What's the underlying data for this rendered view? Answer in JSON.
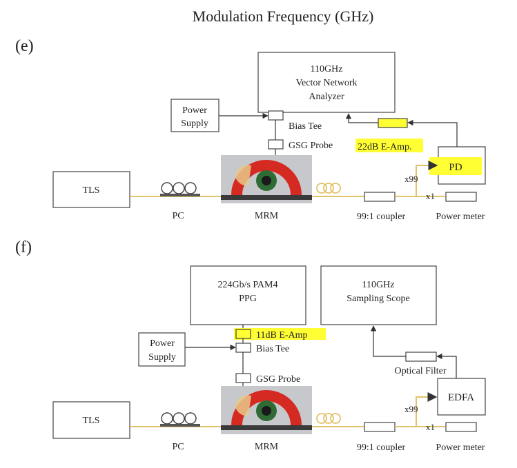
{
  "header": {
    "title": "Modulation Frequency (GHz)"
  },
  "colors": {
    "fiber": "#e2c26a",
    "highlight": "#ffff33",
    "box_stroke": "#444444",
    "mrm_bg": "#c6c8cc",
    "ring": "#d42a22",
    "ring_center": "#2f6b35"
  },
  "panel_e": {
    "label": "(e)",
    "vna": {
      "line1": "110GHz",
      "line2": "Vector Network",
      "line3": "Analyzer"
    },
    "power_supply": {
      "line1": "Power",
      "line2": "Supply"
    },
    "bias_tee": "Bias Tee",
    "gsg_probe": "GSG Probe",
    "eamp": "22dB E-Amp.",
    "pd": "PD",
    "tls": "TLS",
    "pc": "PC",
    "mrm": "MRM",
    "coupler": "99:1 coupler",
    "x99": "x99",
    "x1": "x1",
    "power_meter": "Power meter"
  },
  "panel_f": {
    "label": "(f)",
    "ppg": {
      "line1": "224Gb/s PAM4",
      "line2": "PPG"
    },
    "scope": {
      "line1": "110GHz",
      "line2": "Sampling Scope"
    },
    "eamp": "11dB E-Amp",
    "power_supply": {
      "line1": "Power",
      "line2": "Supply"
    },
    "bias_tee": "Bias Tee",
    "gsg_probe": "GSG Probe",
    "optical_filter": "Optical Filter",
    "edfa": "EDFA",
    "tls": "TLS",
    "pc": "PC",
    "mrm": "MRM",
    "coupler": "99:1 coupler",
    "x99": "x99",
    "x1": "x1",
    "power_meter": "Power meter"
  }
}
